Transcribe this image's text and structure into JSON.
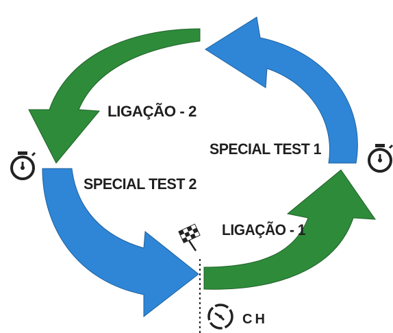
{
  "labels": {
    "ligacao_2": "LIGAÇÃO - 2",
    "special_test_1": "SPECIAL TEST 1",
    "special_test_2": "SPECIAL TEST 2",
    "ligacao_1": "LIGAÇÃO - 1",
    "ch": "CH"
  },
  "colors": {
    "blue": "#2f86d6",
    "green": "#2e8b3a",
    "text": "#1f1f1f"
  },
  "icons": [
    "stopwatch-icon",
    "checkered-flag-icon",
    "time-control-icon"
  ]
}
